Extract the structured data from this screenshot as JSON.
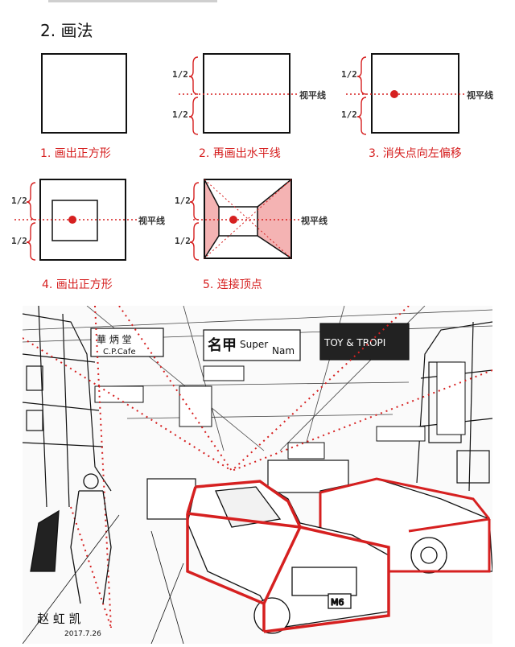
{
  "heading": "2. 画法",
  "half_label": "1/2",
  "horizon_label": "视平线",
  "steps": [
    {
      "caption": "1. 画出正方形"
    },
    {
      "caption": "2. 再画出水平线"
    },
    {
      "caption": "3. 消失点向左偏移"
    },
    {
      "caption": "4. 画出正方形"
    },
    {
      "caption": "5. 连接顶点"
    }
  ],
  "sketch": {
    "signs": {
      "cafe_cn": "華 炳 堂",
      "cafe_en": "C.P.Cafe",
      "mingjia": "名甲",
      "super": "Super",
      "nam": "Nam",
      "toy": "TOY & TROPI",
      "plate": "M6"
    },
    "signature": "赵 虹 凯",
    "date": "2017.7.26"
  },
  "colors": {
    "accent": "#d62020",
    "fill": "#f4b3b3",
    "ink": "#111111"
  }
}
